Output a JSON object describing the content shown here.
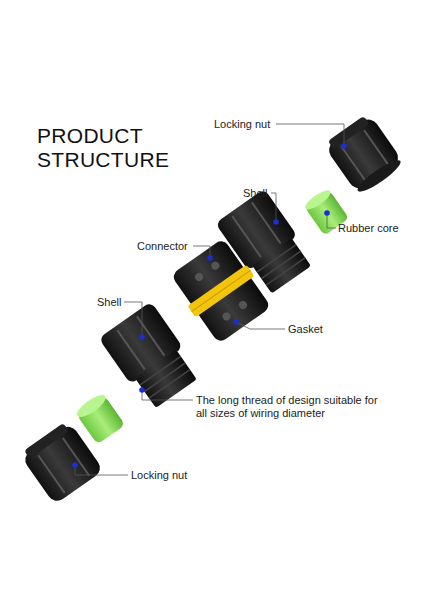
{
  "diagram": {
    "title": "PRODUCT STRUCTURE",
    "labels": [
      "Locking nut",
      "Shell",
      "Rubber core",
      "Connector",
      "Gasket",
      "Shell",
      "The long thread of design suitable for all sizes of wiring diameter",
      "Locking nut"
    ]
  }
}
